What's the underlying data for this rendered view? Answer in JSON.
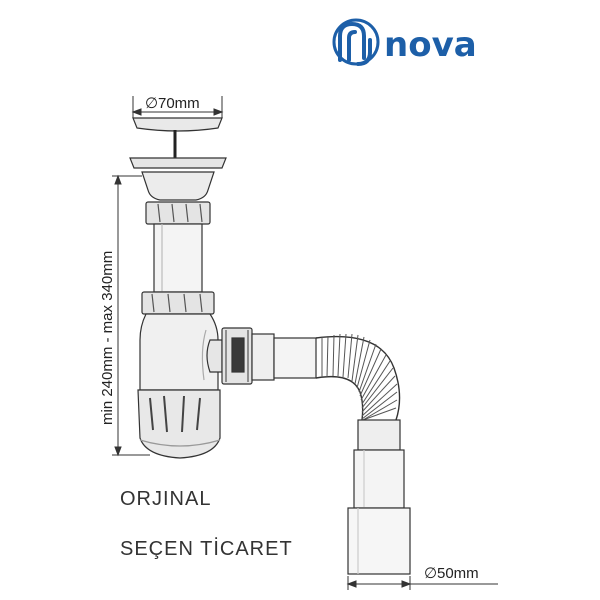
{
  "brand": {
    "name": "nova",
    "color": "#1d5fa8"
  },
  "dimensions": {
    "top_diameter": "70mm",
    "bottom_diameter": "50mm",
    "height_range": "min 240mm - max 340mm"
  },
  "watermark": {
    "line1": "ORJINAL",
    "line2": "SEÇEN TİCARET"
  }
}
